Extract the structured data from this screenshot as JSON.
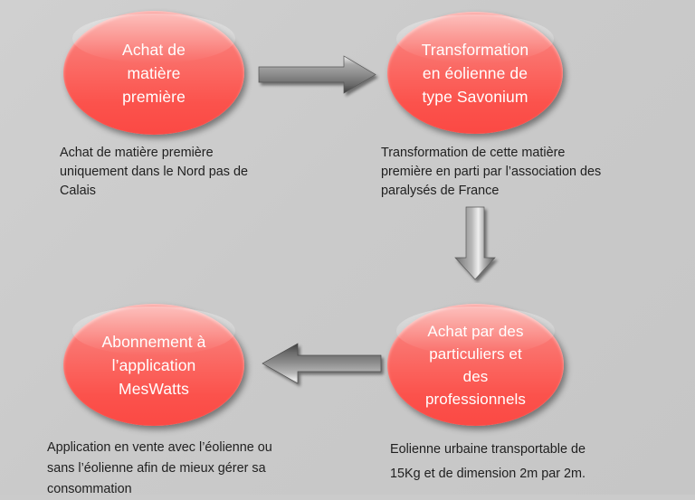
{
  "background_color": "#cbcbcb",
  "node_fill_top": "#fb9a96",
  "node_fill_bottom": "#fb4944",
  "node_text_color": "#ffffff",
  "caption_text_color": "#1f1f1f",
  "arrow_color": "#8a8a8a",
  "diagram": {
    "title": "",
    "nodes": [
      {
        "id": "raw-material",
        "label": "Achat de\nmatière\npremière",
        "caption": "Achat de matière première uniquement dans le Nord pas de Calais"
      },
      {
        "id": "transformation",
        "label": "Transformation\nen éolienne de\ntype Savonium",
        "caption": "Transformation de cette matière première en parti par l’association des paralysés de France"
      },
      {
        "id": "purchase",
        "label": "Achat par des\nparticuliers et\ndes\nprofessionnels",
        "caption": "Eolienne urbaine transportable de 15Kg et de dimension 2m par 2m."
      },
      {
        "id": "subscription",
        "label": "Abonnement à\nl’application\nMesWatts",
        "caption": "Application en vente avec l’éolienne ou sans l’éolienne afin de mieux gérer sa consommation"
      }
    ],
    "arrows": [
      {
        "id": "right-top",
        "direction": "right",
        "from": "raw-material",
        "to": "transformation"
      },
      {
        "id": "down-right",
        "direction": "down",
        "from": "transformation",
        "to": "purchase"
      },
      {
        "id": "left-bottom",
        "direction": "left",
        "from": "purchase",
        "to": "subscription"
      }
    ]
  }
}
